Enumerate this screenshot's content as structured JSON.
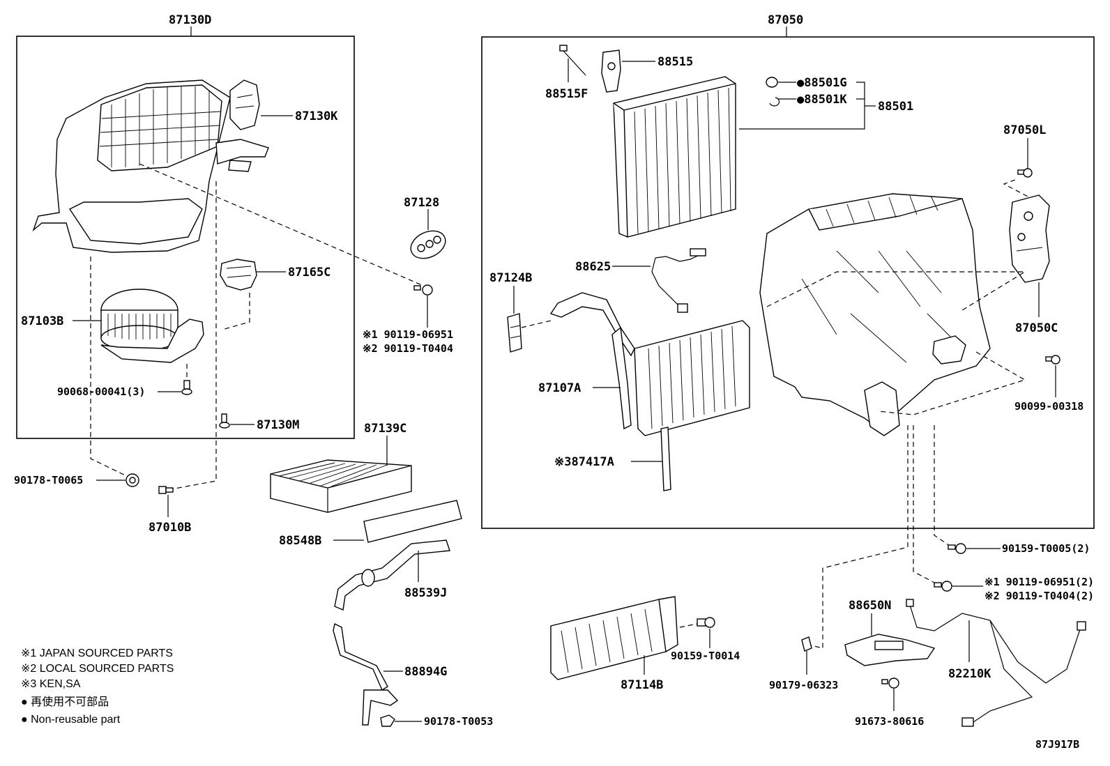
{
  "diagram": {
    "groups": [
      {
        "id": "left",
        "label": "87130D"
      },
      {
        "id": "right",
        "label": "87050"
      }
    ],
    "labels": {
      "l87130K": "87130K",
      "l87165C": "87165C",
      "l87103B": "87103B",
      "l90068": "90068-00041(3)",
      "l87130M": "87130M",
      "l87128": "87128",
      "l90119a": "※1 90119-06951",
      "l90119b": "※2 90119-T0404",
      "l90178T0065": "90178-T0065",
      "l87010B": "87010B",
      "l87139C": "87139C",
      "l88548B": "88548B",
      "l88539J": "88539J",
      "l88894G": "88894G",
      "l90178T0053": "90178-T0053",
      "l88515": "88515",
      "l88515F": "88515F",
      "l88501G": "●88501G",
      "l88501K": "●88501K",
      "l88501": "88501",
      "l87050L": "87050L",
      "l87050C": "87050C",
      "l88625": "88625",
      "l87124B": "87124B",
      "l87107A": "87107A",
      "l87417A": "※387417A",
      "l90099": "90099-00318",
      "l90159T0005": "90159-T0005(2)",
      "l90119c": "※1 90119-06951(2)",
      "l90119d": "※2 90119-T0404(2)",
      "l88650N": "88650N",
      "l82210K": "82210K",
      "l90179": "90179-06323",
      "l91673": "91673-80616",
      "l87114B": "87114B",
      "l90159T0014": "90159-T0014"
    },
    "legend": [
      "※1 JAPAN SOURCED PARTS",
      "※2 LOCAL SOURCED PARTS",
      "※3 KEN,SA",
      "● 再使用不可部品",
      "● Non-reusable part"
    ],
    "diagram_code": "87J917B"
  }
}
